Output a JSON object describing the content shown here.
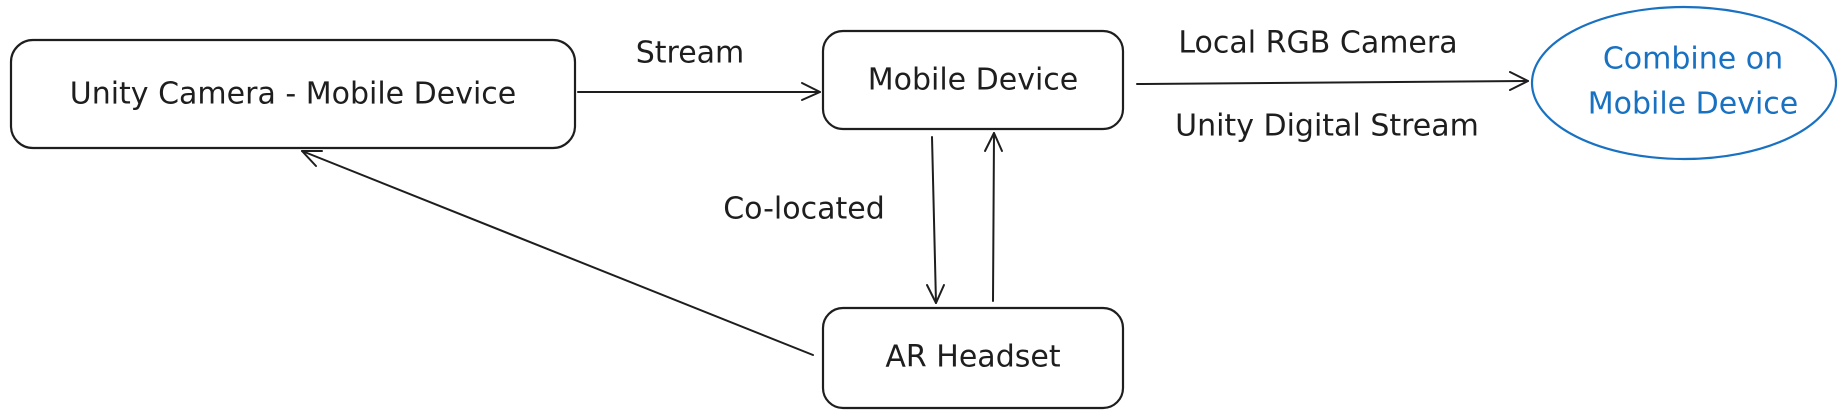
{
  "colors": {
    "stroke": "#1e1e1e",
    "accent": "#1971c2",
    "background": "#ffffff"
  },
  "nodes": {
    "unity_camera": "Unity Camera - Mobile Device",
    "mobile_device": "Mobile Device",
    "ar_headset": "AR Headset",
    "combine_line1": "Combine on",
    "combine_line2": "Mobile Device"
  },
  "edges": {
    "stream": "Stream",
    "co_located": "Co-located",
    "local_rgb": "Local RGB Camera",
    "unity_digital": "Unity Digital Stream"
  }
}
